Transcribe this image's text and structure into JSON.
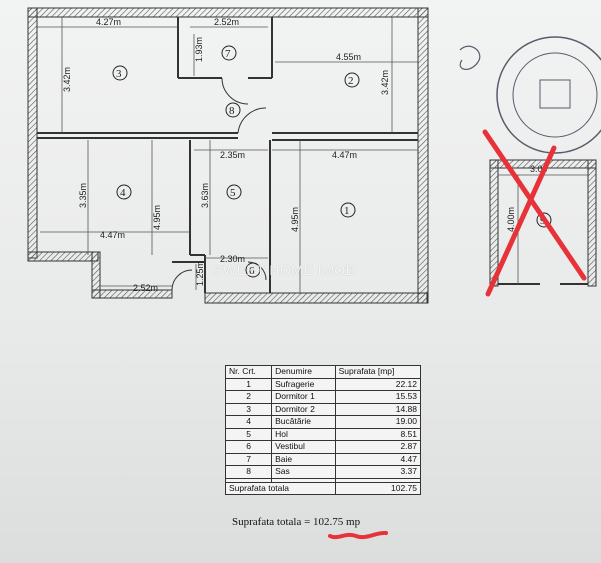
{
  "watermark": "SWEET HOME IMOB",
  "dims": {
    "d1": "4.27m",
    "d2": "2.52m",
    "d3": "3.42m",
    "d4": "1.93m",
    "d5": "4.55m",
    "d6": "3.42m",
    "d7": "2.35m",
    "d8": "4.47m",
    "d9": "3.35m",
    "d10": "4.47m",
    "d11": "4.95m",
    "d12": "3.63m",
    "d13": "4.95m",
    "d14": "2.30m",
    "d15": "2.52m",
    "d16": "1.25m",
    "d17": "3.00",
    "d18": "4.00m"
  },
  "rooms": {
    "r1": "1",
    "r2": "2",
    "r3": "3",
    "r4": "4",
    "r5": "5",
    "r6": "6",
    "r7": "7",
    "r8": "8",
    "r9": "9"
  },
  "table": {
    "headers": [
      "Nr. Crt.",
      "Denumire",
      "Suprafata [mp]"
    ],
    "rows": [
      [
        "1",
        "Sufragerie",
        "22.12"
      ],
      [
        "2",
        "Dormitor 1",
        "15.53"
      ],
      [
        "3",
        "Dormitor 2",
        "14.88"
      ],
      [
        "4",
        "Bucătărie",
        "19.00"
      ],
      [
        "5",
        "Hol",
        "8.51"
      ],
      [
        "6",
        "Vestibul",
        "2.87"
      ],
      [
        "7",
        "Baie",
        "4.47"
      ],
      [
        "8",
        "Sas",
        "3.37"
      ]
    ],
    "total_label": "Suprafata totala",
    "total_value": "102.75"
  },
  "total_line": "Suprafata totala = 102.75 mp",
  "colors": {
    "annotation": "#e8323a",
    "walls": "#333333"
  }
}
